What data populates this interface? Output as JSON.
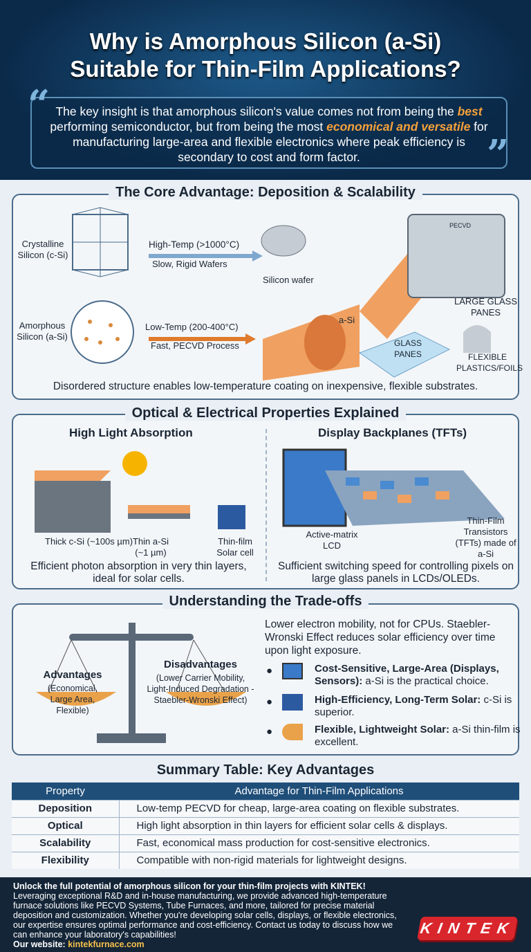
{
  "header": {
    "title_line1": "Why is Amorphous Silicon (a-Si)",
    "title_line2": "Suitable for Thin-Film Applications?",
    "quote_pre": "The key insight is that amorphous silicon's value comes not from being the ",
    "quote_best": "best",
    "quote_mid": " performing semiconductor, but from being the most ",
    "quote_econ": "economical and versatile",
    "quote_post": " for manufacturing large-area and flexible electronics where peak efficiency is secondary to cost and form factor."
  },
  "core": {
    "title": "The Core Advantage: Deposition & Scalability",
    "csi_label": "Crystalline Silicon (c-Si)",
    "csi_proc1": "High-Temp (>1000°C)",
    "csi_proc2": "Slow, Rigid Wafers",
    "wafer": "Silicon wafer",
    "asi_label": "Amorphous Silicon (a-Si)",
    "asi_proc1": "Low-Temp (200-400°C)",
    "asi_proc2": "Fast, PECVD Process",
    "machine": "PECVD",
    "asi_arrow": "a-Si",
    "large": "LARGE GLASS PANES",
    "glass": "GLASS PANES",
    "flex": "FLEXIBLE PLASTICS/FOILS",
    "caption": "Disordered structure enables low-temperature coating on inexpensive, flexible substrates."
  },
  "optical": {
    "title": "Optical & Electrical Properties Explained",
    "left_title": "High Light Absorption",
    "thick": "Thick c-Si (~100s µm)",
    "thin": "Thin a-Si (~1 µm)",
    "cell": "Thin-film Solar cell",
    "left_caption": "Efficient photon absorption in very thin layers, ideal for solar cells.",
    "right_title": "Display Backplanes (TFTs)",
    "lcd": "Active-matrix LCD",
    "tft": "Thin-Film Transistors (TFTs) made of a-Si",
    "right_caption": "Sufficient switching speed for controlling pixels on large glass panels in LCDs/OLEDs."
  },
  "tradeoffs": {
    "title": "Understanding the Trade-offs",
    "adv_title": "Advantages",
    "adv_desc": "(Economical, Large Area, Flexible)",
    "dis_title": "Disadvantages",
    "dis_desc": "(Lower Carrier Mobility, Light-Induced Degradation - Staebler-Wronski Effect)",
    "intro": "Lower electron mobility, not for CPUs. Staebler-Wronski Effect reduces solar efficiency over time upon light exposure.",
    "bullets": [
      {
        "icon": "monitor-icon",
        "bold": "Cost-Sensitive, Large-Area (Displays, Sensors):",
        "text": " a-Si is the practical choice."
      },
      {
        "icon": "solar-panel-icon",
        "bold": "High-Efficiency, Long-Term Solar:",
        "text": " c-Si is superior."
      },
      {
        "icon": "flexible-solar-icon",
        "bold": "Flexible, Lightweight Solar:",
        "text": " a-Si thin-film is excellent."
      }
    ]
  },
  "summary": {
    "title": "Summary Table: Key Advantages",
    "headers": [
      "Property",
      "Advantage for Thin-Film Applications"
    ],
    "rows": [
      [
        "Deposition",
        "Low-temp PECVD for cheap, large-area coating on flexible substrates."
      ],
      [
        "Optical",
        "High light absorption in thin layers for efficient solar cells & displays."
      ],
      [
        "Scalability",
        "Fast, economical mass production for cost-sensitive electronics."
      ],
      [
        "Flexibility",
        "Compatible with non-rigid materials for lightweight designs."
      ]
    ]
  },
  "footer": {
    "headline": "Unlock the full potential of amorphous silicon for your thin-film projects with KINTEK!",
    "body": "Leveraging exceptional R&D and in-house manufacturing, we provide advanced high-temperature furnace solutions like PECVD Systems, Tube Furnaces, and more, tailored for precise material deposition and customization. Whether you're developing solar cells, displays, or flexible electronics, our expertise ensures optimal performance and cost-efficiency. Contact us today to discuss how we can enhance your laboratory's capabilities!",
    "website_label": "Our website: ",
    "website": "kintekfurnace.com",
    "logo": "KINTEK"
  },
  "colors": {
    "accent": "#f6a13a",
    "navy": "#1f4e79",
    "brand_red": "#d9262c"
  }
}
